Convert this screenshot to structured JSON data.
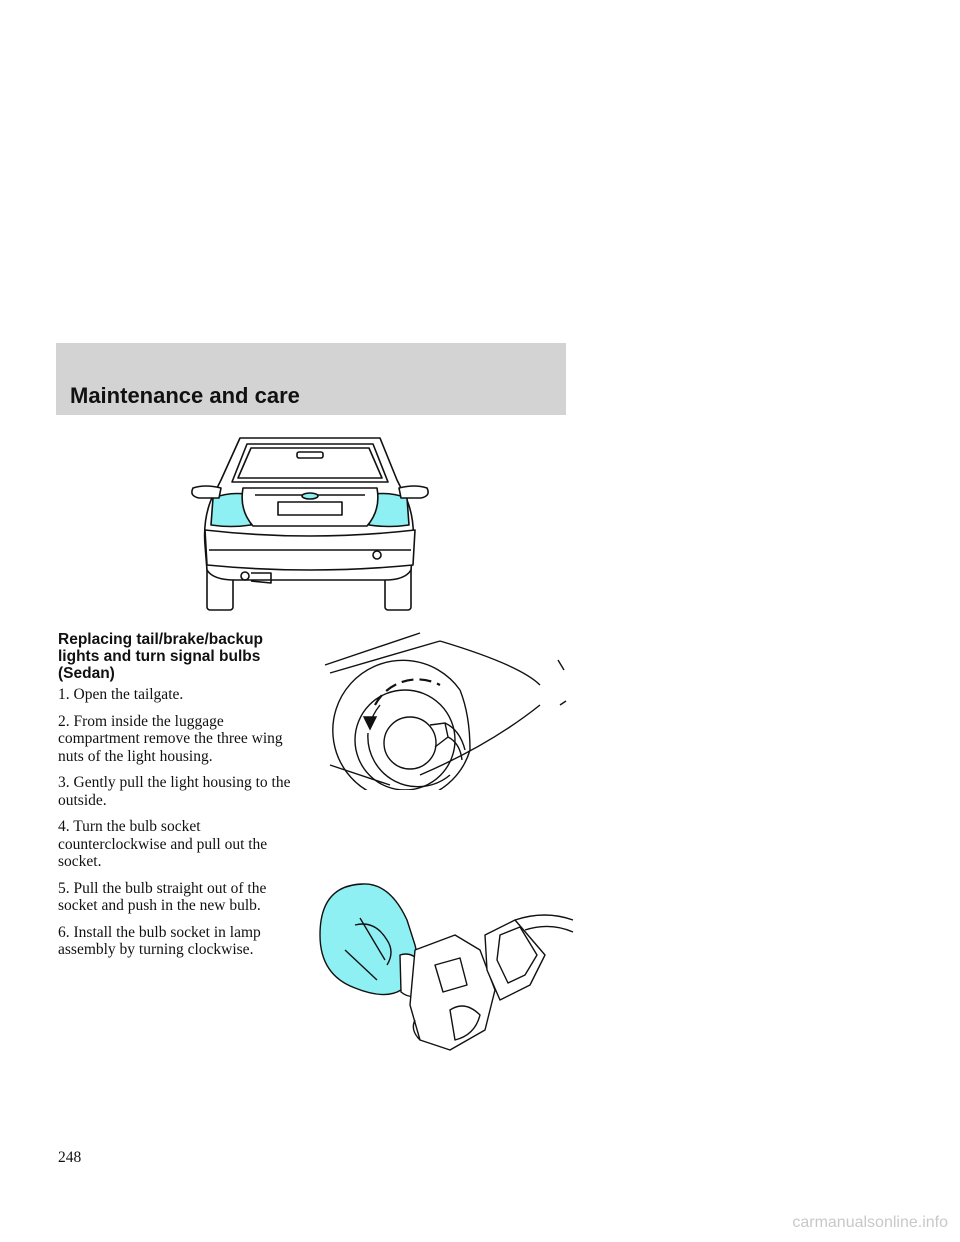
{
  "header": {
    "title": "Maintenance and care"
  },
  "section": {
    "heading": "Replacing tail/brake/backup lights and turn signal bulbs (Sedan)",
    "steps": [
      "1. Open the tailgate.",
      "2. From inside the luggage compartment remove the three wing nuts of the light housing.",
      "3. Gently pull the light housing to the outside.",
      "4. Turn the bulb socket counterclockwise and pull out the socket.",
      "5. Pull the bulb straight out of the socket and push in the new bulb.",
      "6. Install the bulb socket in lamp assembly by turning clockwise."
    ]
  },
  "page_number": "248",
  "watermark": "carmanualsonline.info",
  "colors": {
    "header_band": "#d3d3d3",
    "highlight": "#8ff0f4",
    "ink": "#111111"
  }
}
